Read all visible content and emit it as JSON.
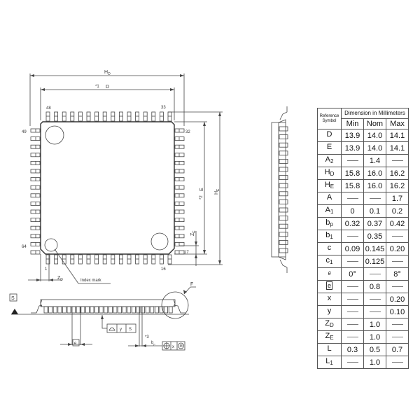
{
  "drawing": {
    "top_view": {
      "dim_labels": {
        "HD": "H",
        "HD_sub": "D",
        "D_note": "*1",
        "D": "D",
        "E_note": "*2",
        "E": "E",
        "HE": "H",
        "HE_sub": "E",
        "ZE": "Z",
        "ZE_sub": "E",
        "ZD": "Z",
        "ZD_sub": "D"
      },
      "pin_labels": {
        "p48": "48",
        "p33": "33",
        "p49": "49",
        "p32": "32",
        "p64": "64",
        "p17": "17",
        "p1": "1",
        "p16": "16"
      },
      "index_mark": "Index mark"
    },
    "side_view": {
      "datum": "S",
      "detail": "F",
      "e_label": "e",
      "flatness": {
        "symbol": "flatness",
        "tol": "y",
        "datum": "S"
      },
      "bp_note": "*3",
      "bp": "b",
      "bp_sub": "p",
      "position": {
        "symbol": "position",
        "tol": "x",
        "modifier": "M"
      }
    }
  },
  "table": {
    "ref_header": "Reference Symbol",
    "dim_header": "Dimension in Millimeters",
    "cols": [
      "Min",
      "Nom",
      "Max"
    ],
    "rows": [
      {
        "sym": "D",
        "sub": "",
        "min": "13.9",
        "nom": "14.0",
        "max": "14.1"
      },
      {
        "sym": "E",
        "sub": "",
        "min": "13.9",
        "nom": "14.0",
        "max": "14.1"
      },
      {
        "sym": "A",
        "sub": "2",
        "min": "—",
        "nom": "1.4",
        "max": "—"
      },
      {
        "sym": "H",
        "sub": "D",
        "min": "15.8",
        "nom": "16.0",
        "max": "16.2"
      },
      {
        "sym": "H",
        "sub": "E",
        "min": "15.8",
        "nom": "16.0",
        "max": "16.2"
      },
      {
        "sym": "A",
        "sub": "",
        "min": "—",
        "nom": "—",
        "max": "1.7"
      },
      {
        "sym": "A",
        "sub": "1",
        "min": "0",
        "nom": "0.1",
        "max": "0.2"
      },
      {
        "sym": "b",
        "sub": "p",
        "min": "0.32",
        "nom": "0.37",
        "max": "0.42"
      },
      {
        "sym": "b",
        "sub": "1",
        "min": "—",
        "nom": "0.35",
        "max": "—"
      },
      {
        "sym": "c",
        "sub": "",
        "min": "0.09",
        "nom": "0.145",
        "max": "0.20"
      },
      {
        "sym": "c",
        "sub": "1",
        "min": "—",
        "nom": "0.125",
        "max": "—"
      },
      {
        "sym": "θ",
        "sub": "",
        "min": "0°",
        "nom": "—",
        "max": "8°"
      },
      {
        "sym": "e",
        "sub": "",
        "min": "—",
        "nom": "0.8",
        "max": "—"
      },
      {
        "sym": "x",
        "sub": "",
        "min": "—",
        "nom": "—",
        "max": "0.20"
      },
      {
        "sym": "y",
        "sub": "",
        "min": "—",
        "nom": "—",
        "max": "0.10"
      },
      {
        "sym": "Z",
        "sub": "D",
        "min": "—",
        "nom": "1.0",
        "max": "—"
      },
      {
        "sym": "Z",
        "sub": "E",
        "min": "—",
        "nom": "1.0",
        "max": "—"
      },
      {
        "sym": "L",
        "sub": "",
        "min": "0.3",
        "nom": "0.5",
        "max": "0.7"
      },
      {
        "sym": "L",
        "sub": "1",
        "min": "—",
        "nom": "1.0",
        "max": "—"
      }
    ]
  }
}
